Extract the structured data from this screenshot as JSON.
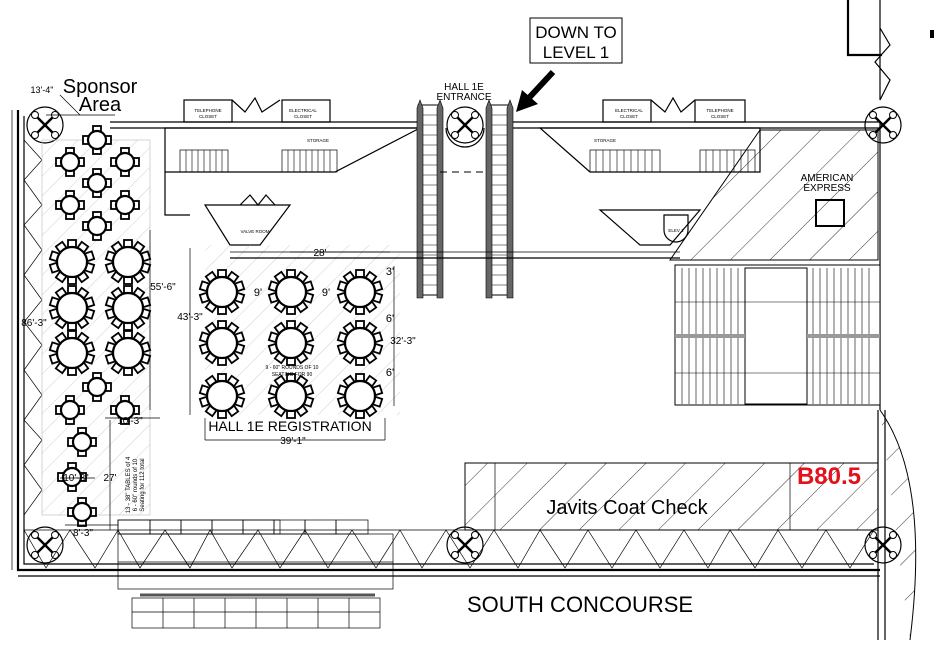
{
  "labels": {
    "down_to_level": [
      "DOWN TO",
      "LEVEL 1"
    ],
    "hall_entrance": [
      "HALL 1E",
      "ENTRANCE"
    ],
    "sponsor_area": [
      "Sponsor",
      "Area"
    ],
    "telephone_closet_left": [
      "TELEPHONE",
      "CLOSET"
    ],
    "electrical_closet_left": [
      "ELECTRICAL",
      "CLOSET"
    ],
    "storage_left": "STORAGE",
    "electrical_closet_right": [
      "ELECTRICAL",
      "CLOSET"
    ],
    "telephone_closet_right": [
      "TELEPHONE",
      "CLOSET"
    ],
    "storage_right": "STORAGE",
    "american_express": [
      "AMERICAN",
      "EXPRESS"
    ],
    "valve_room": "VALVE ROOM",
    "elevator": "ELEV 1",
    "registration": "HALL 1E REGISTRATION",
    "registration_note": [
      "9 - 60\" ROUNDS OF 10",
      "SEATING FOR 90"
    ],
    "sponsor_note": [
      "13 - 38\" TABLES of 4",
      "6 - 60\" rounds of 10",
      "Seating for 112 total"
    ],
    "coat_check": "Javits Coat Check",
    "booth_number": "B80.5",
    "south_concourse": "SOUTH CONCOURSE"
  },
  "dimensions": {
    "sponsor_width_top": "13'-4\"",
    "sponsor_height": "55'-6\"",
    "left_total": "86'-3\"",
    "sponsor_lower_width": "10'-3\"",
    "sponsor_lower_height": "27'",
    "sponsor_table_gap": "10'-3\"",
    "sponsor_bottom": "8'-3\"",
    "registration_height": "43'-3\"",
    "registration_top": "28'",
    "registration_gap_top": "3'",
    "registration_gap_h1": "9'",
    "registration_gap_h2": "9'",
    "registration_gap_v1": "6'",
    "registration_gap_v2": "6'",
    "registration_inner_height": "32'-3\"",
    "registration_width": "39'-1\""
  },
  "colors": {
    "booth_red": "#e3111b",
    "line": "#000000"
  }
}
